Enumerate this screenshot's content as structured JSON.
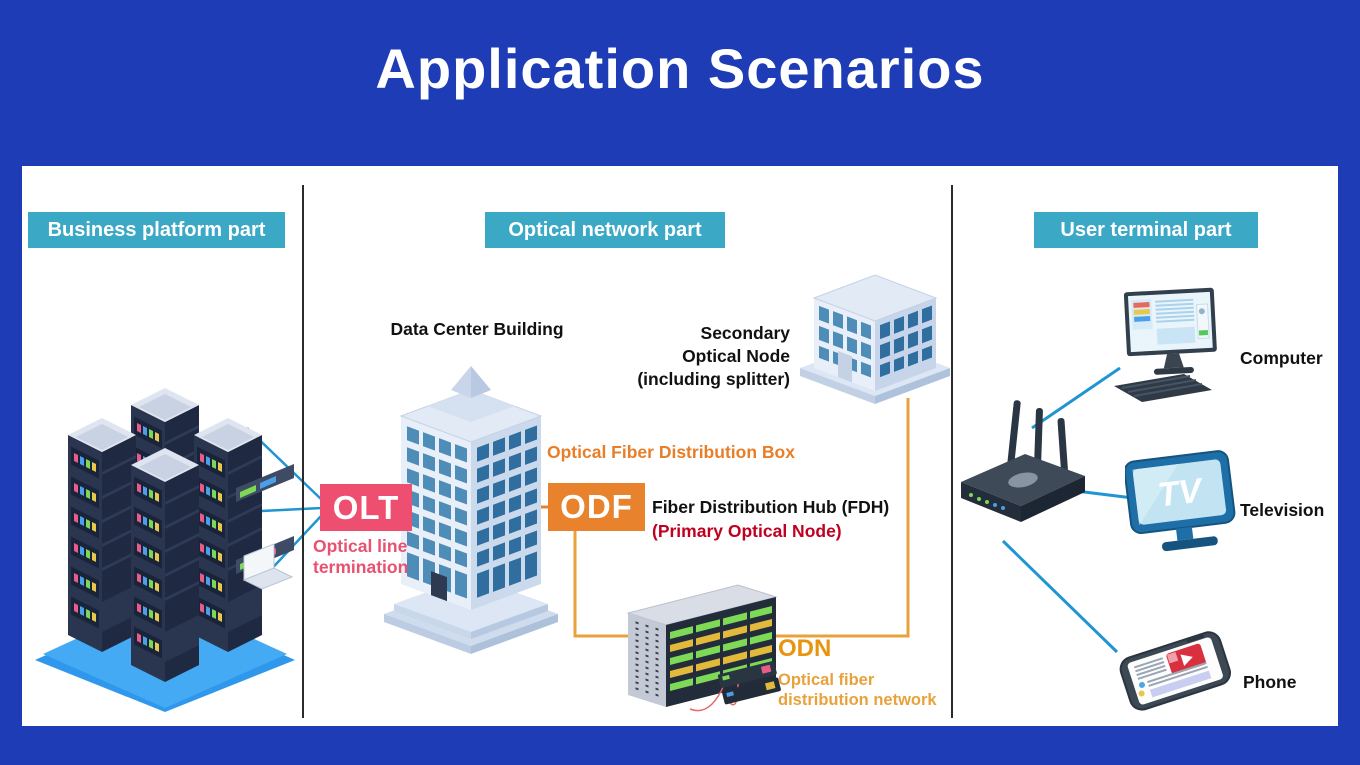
{
  "title": "Application Scenarios",
  "colors": {
    "background": "#1D3CB5",
    "panel": "#FFFFFF",
    "section_header_bg": "#3BA8C6",
    "olt_pink": "#EE4E6F",
    "odf_orange": "#E8822D",
    "odn_orange": "#E8950E",
    "primary_node_red": "#C00021",
    "fiber_line_blue": "#2095D2",
    "fiber_line_orange": "#E8A13C"
  },
  "sections": {
    "business": {
      "header": "Business platform part"
    },
    "optical": {
      "header": "Optical network part",
      "data_center_label": "Data Center Building",
      "olt": {
        "abbr": "OLT",
        "desc_line1": "Optical line",
        "desc_line2": "termination"
      },
      "odf": {
        "abbr": "ODF",
        "box_label": "Optical Fiber Distribution Box",
        "hub_label": "Fiber Distribution Hub (FDH)",
        "primary_label": "(Primary Optical Node)"
      },
      "secondary_node": {
        "line1": "Secondary",
        "line2": "Optical Node",
        "line3": "(including splitter)"
      },
      "odn": {
        "abbr": "ODN",
        "desc_line1": "Optical fiber",
        "desc_line2": "distribution network"
      }
    },
    "user": {
      "header": "User terminal part",
      "devices": [
        {
          "label": "Computer"
        },
        {
          "label": "Television"
        },
        {
          "label": "Phone"
        }
      ],
      "tv_screen_text": "TV"
    }
  }
}
